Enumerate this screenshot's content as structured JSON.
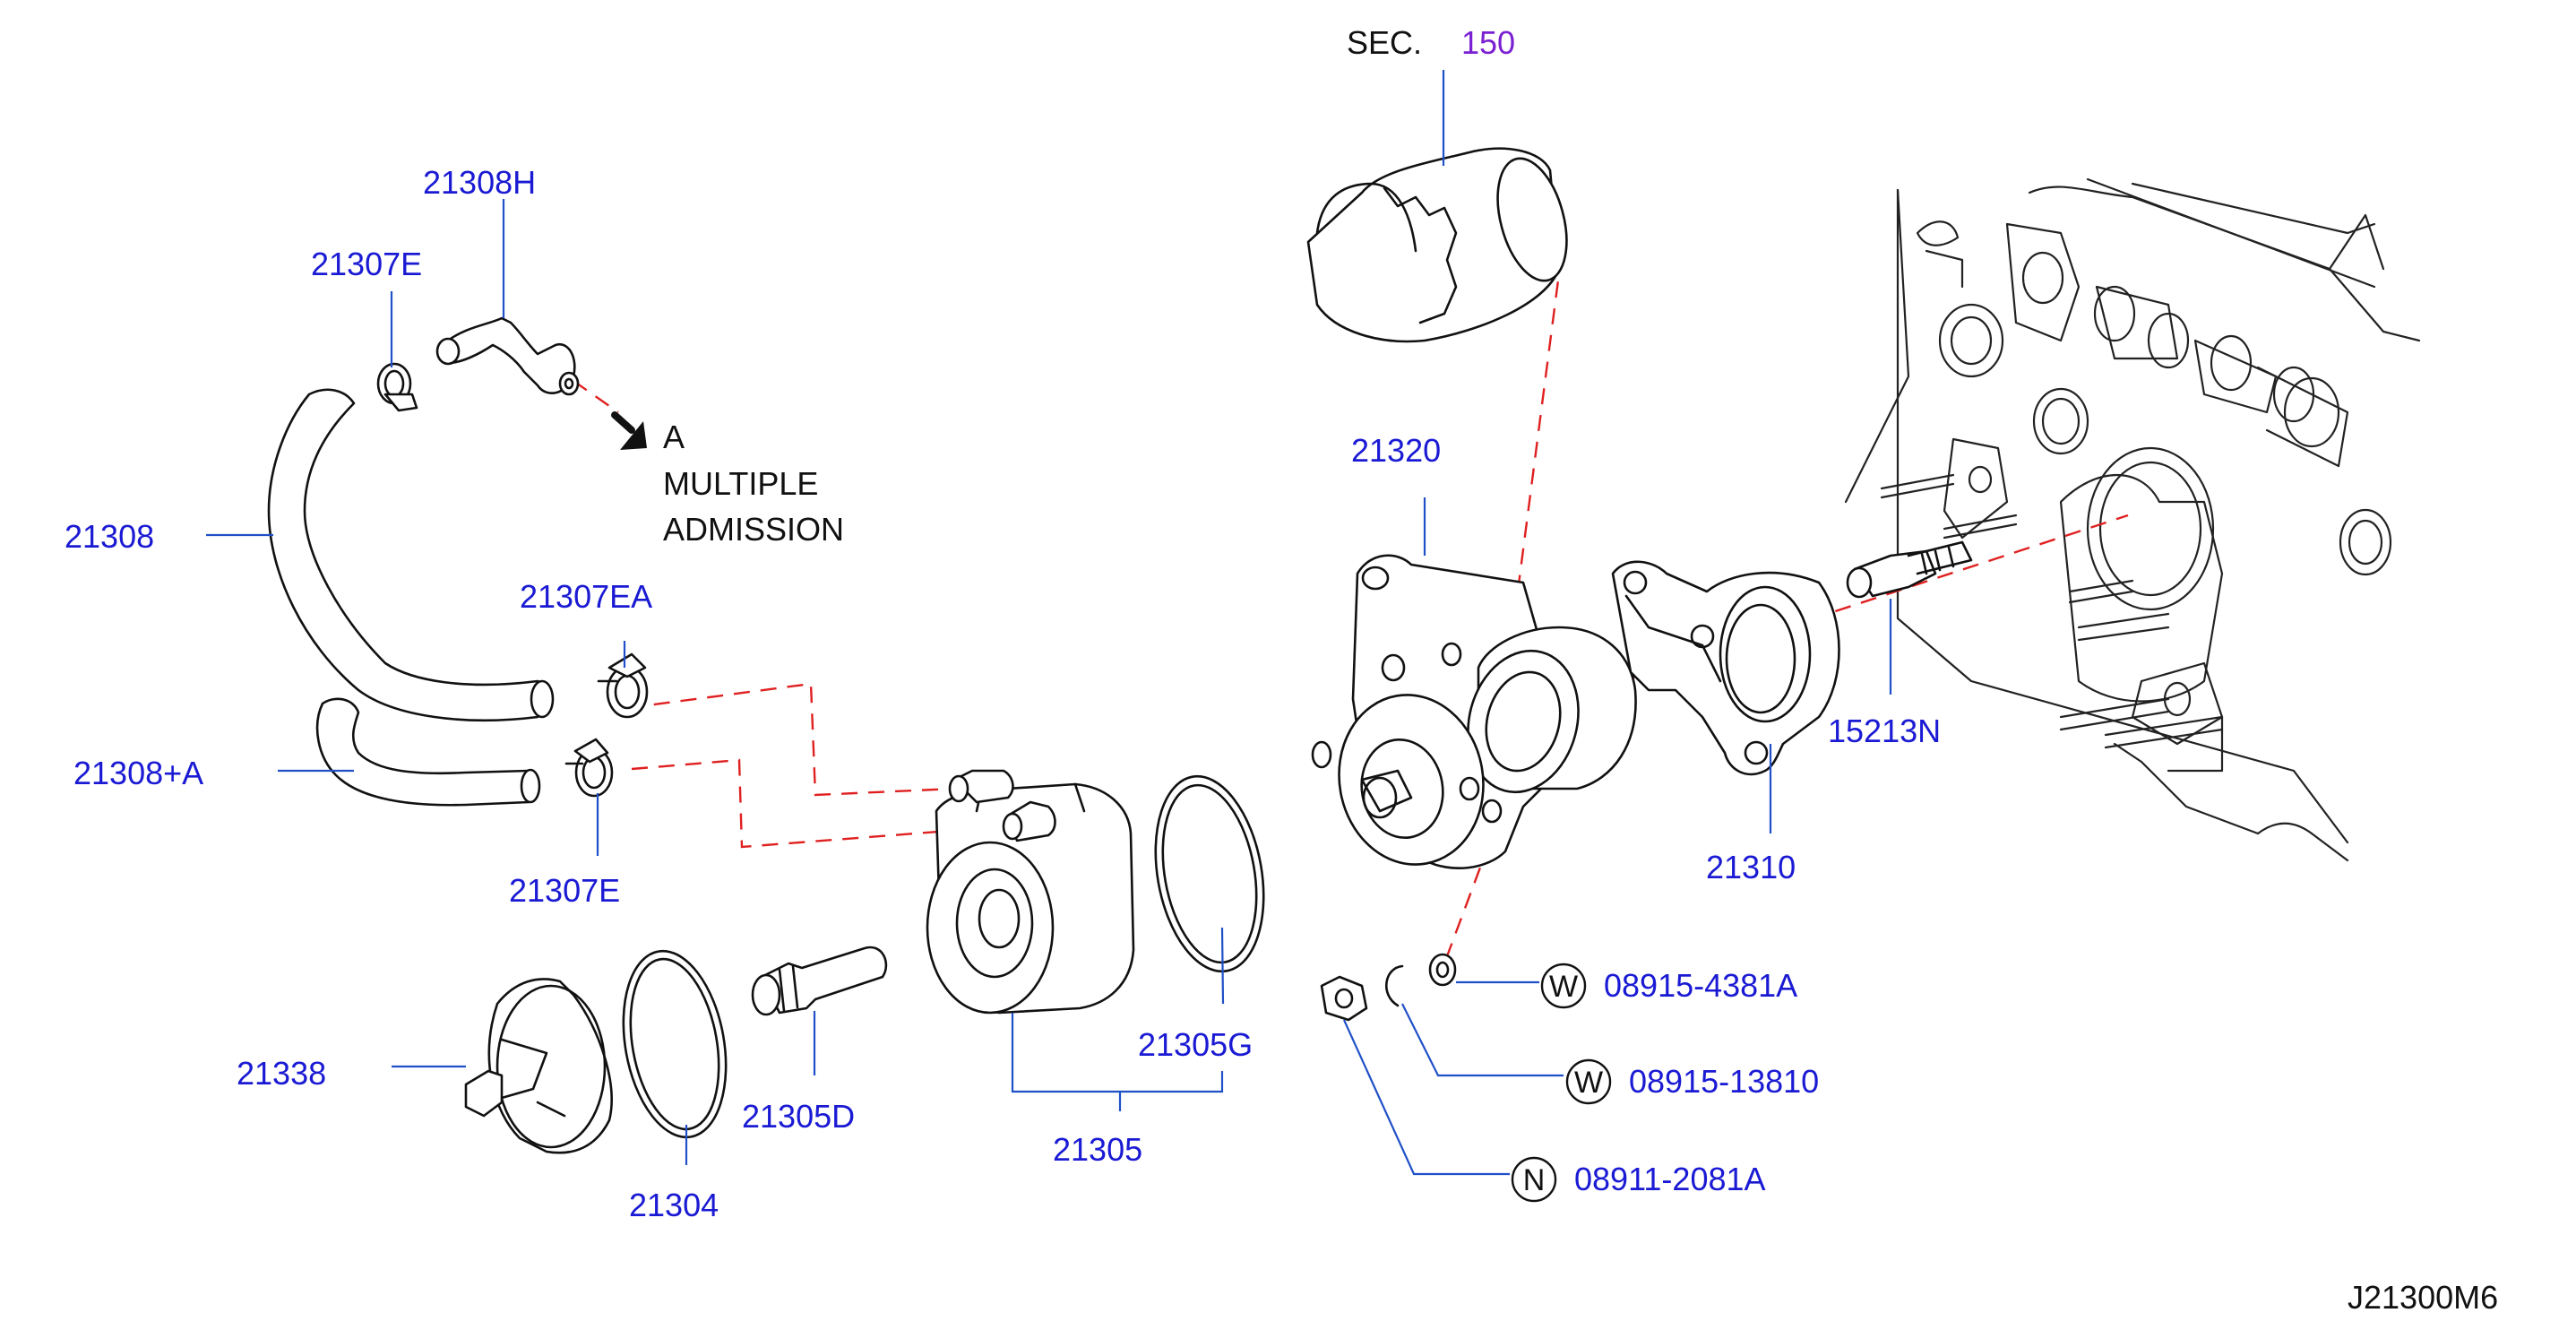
{
  "sec_reference": {
    "prefix": "SEC.",
    "number": "150"
  },
  "direction_note": {
    "letter": "A",
    "line1": "MULTIPLE",
    "line2": "ADMISSION"
  },
  "part_labels": {
    "hose_21308H": "21308H",
    "clamp_21307E_top": "21307E",
    "hose_21308": "21308",
    "clamp_21307EA": "21307EA",
    "hose_21308A": "21308+A",
    "clamp_21307E_low": "21307E",
    "oil_filter_bracket": "21320",
    "gasket_21310": "21310",
    "stud_15213N": "15213N",
    "gasket_21305G": "21305G",
    "oil_cooler": "21305",
    "connector_21305D": "21305D",
    "gasket_21304": "21304",
    "cover_21338": "21338"
  },
  "hardware": [
    {
      "symbol": "W",
      "part_number": "08915-4381A"
    },
    {
      "symbol": "W",
      "part_number": "08915-13810"
    },
    {
      "symbol": "N",
      "part_number": "08911-2081A"
    }
  ],
  "diagram_code": "J21300M6",
  "colors": {
    "label": "#1a1ad4",
    "sec_number": "#7a1fd1",
    "leader": "#2050c8",
    "dash": "#e02020",
    "ink": "#111111"
  }
}
